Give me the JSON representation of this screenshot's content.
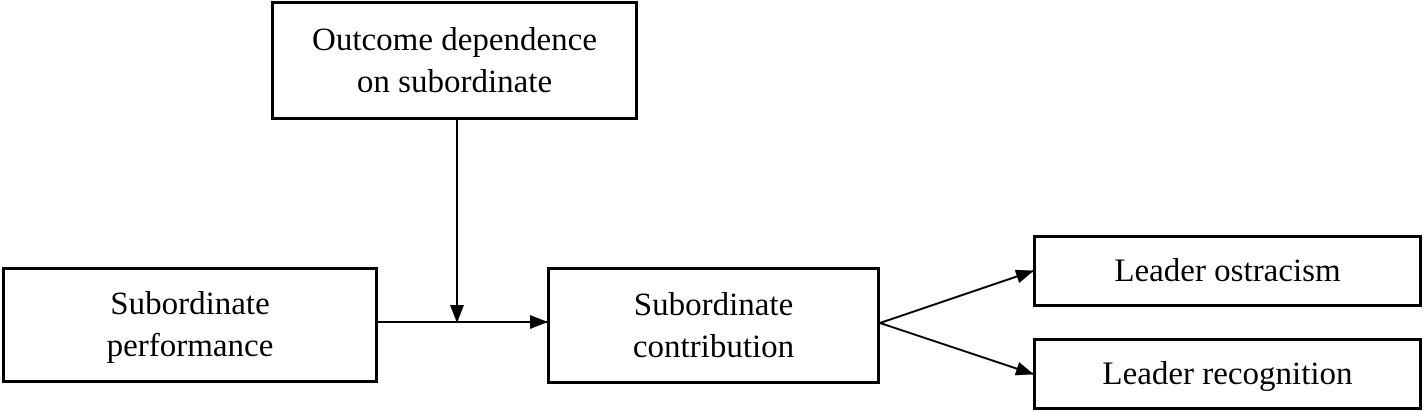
{
  "nodes": {
    "moderator": {
      "line1": "Outcome dependence",
      "line2": "on subordinate"
    },
    "predictor": {
      "line1": "Subordinate",
      "line2": "performance"
    },
    "mediator": {
      "line1": "Subordinate",
      "line2": "contribution"
    },
    "outcome1": {
      "label": "Leader ostracism"
    },
    "outcome2": {
      "label": "Leader recognition"
    }
  },
  "edges": [
    {
      "from": "predictor",
      "to": "mediator",
      "type": "direct"
    },
    {
      "from": "moderator",
      "to": "predictor-mediator path",
      "type": "moderation"
    },
    {
      "from": "mediator",
      "to": "outcome1",
      "type": "direct"
    },
    {
      "from": "mediator",
      "to": "outcome2",
      "type": "direct"
    }
  ],
  "colors": {
    "stroke": "#000000",
    "fill": "#ffffff"
  }
}
